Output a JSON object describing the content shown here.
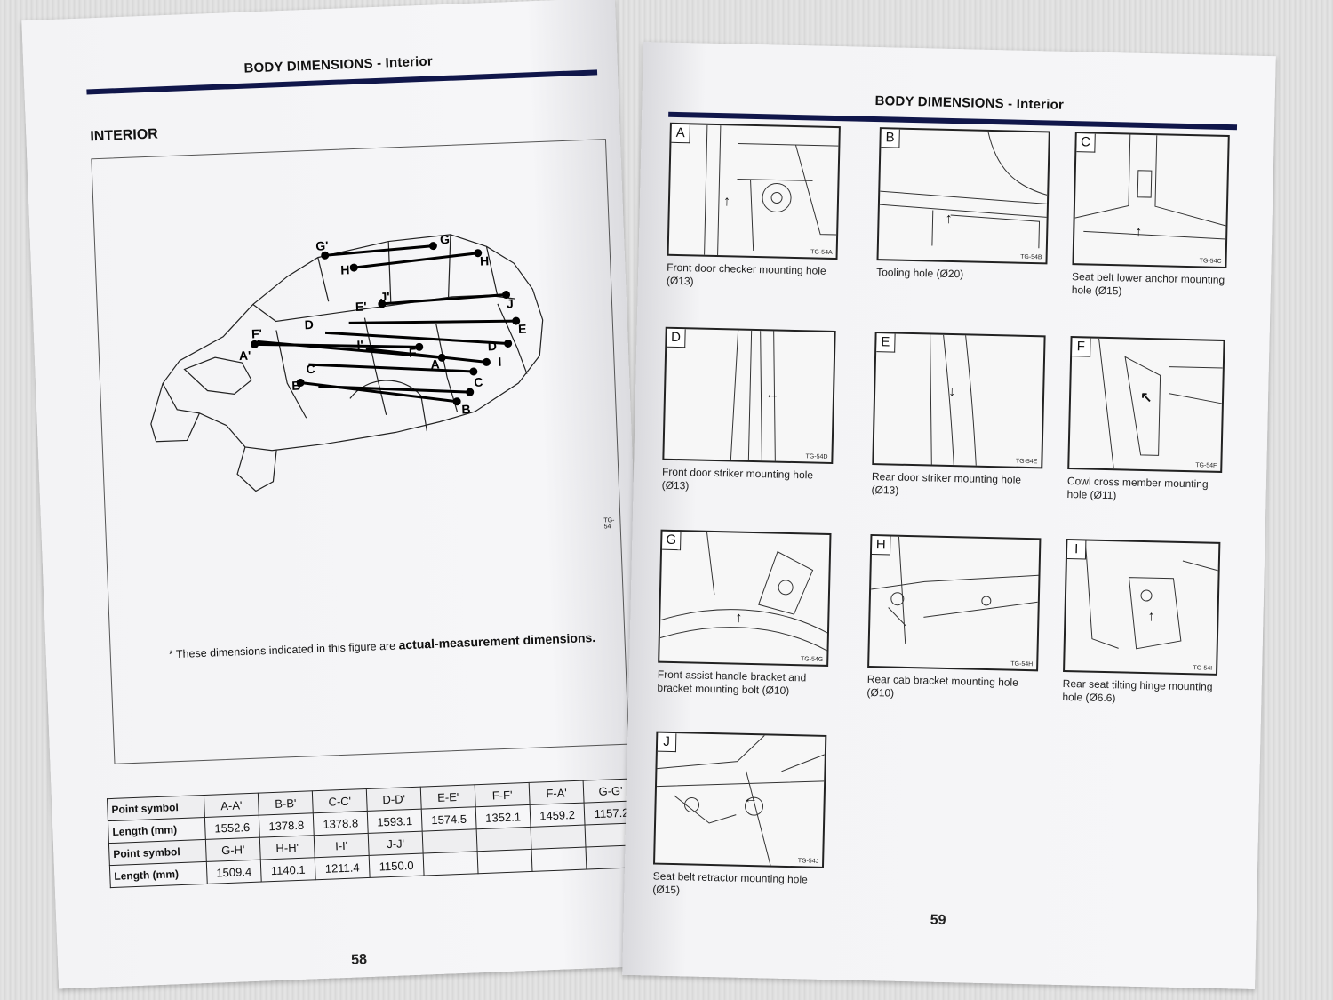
{
  "left_page": {
    "header": "BODY DIMENSIONS - Interior",
    "section_title": "INTERIOR",
    "figure_code": "TG-54",
    "point_labels": [
      "G'",
      "G",
      "H'",
      "H",
      "E'",
      "J'",
      "J",
      "D",
      "E",
      "F'",
      "A'",
      "I'",
      "D",
      "F",
      "A",
      "I",
      "C",
      "B'",
      "C",
      "B"
    ],
    "note_prefix": "* These dimensions indicated in this figure are ",
    "note_bold": "actual-measurement dimensions.",
    "table": {
      "row_labels": [
        "Point symbol",
        "Length (mm)",
        "Point symbol",
        "Length (mm)"
      ],
      "symbols_1": [
        "A-A'",
        "B-B'",
        "C-C'",
        "D-D'",
        "E-E'",
        "F-F'",
        "F-A'",
        "G-G'"
      ],
      "lengths_1": [
        "1552.6",
        "1378.8",
        "1378.8",
        "1593.1",
        "1574.5",
        "1352.1",
        "1459.2",
        "1157.2"
      ],
      "symbols_2": [
        "G-H'",
        "H-H'",
        "I-I'",
        "J-J'",
        "",
        "",
        "",
        ""
      ],
      "lengths_2": [
        "1509.4",
        "1140.1",
        "1211.4",
        "1150.0",
        "",
        "",
        "",
        ""
      ]
    },
    "page_number": "58"
  },
  "right_page": {
    "header": "BODY DIMENSIONS - Interior",
    "page_number": "59",
    "panels": [
      {
        "letter": "A",
        "code": "TG-54A",
        "caption_1": "Front door checker mounting hole",
        "caption_2": "(Ø13)",
        "arrow": "↑"
      },
      {
        "letter": "B",
        "code": "TG-54B",
        "caption_1": "Tooling hole (Ø20)",
        "caption_2": "",
        "arrow": "↑"
      },
      {
        "letter": "C",
        "code": "TG-54C",
        "caption_1": "Seat belt lower anchor mounting",
        "caption_2": "hole (Ø15)",
        "arrow": "↑"
      },
      {
        "letter": "D",
        "code": "TG-54D",
        "caption_1": "Front door striker mounting hole",
        "caption_2": "(Ø13)",
        "arrow": "←"
      },
      {
        "letter": "E",
        "code": "TG-54E",
        "caption_1": "Rear door striker mounting hole",
        "caption_2": "(Ø13)",
        "arrow": "↓"
      },
      {
        "letter": "F",
        "code": "TG-54F",
        "caption_1": "Cowl cross member mounting",
        "caption_2": "hole (Ø11)",
        "arrow": "↖"
      },
      {
        "letter": "G",
        "code": "TG-54G",
        "caption_1": "Front assist handle bracket and",
        "caption_2": "bracket mounting bolt (Ø10)",
        "arrow": "↑"
      },
      {
        "letter": "H",
        "code": "TG-54H",
        "caption_1": "Rear cab bracket mounting hole",
        "caption_2": "(Ø10)",
        "arrow": ""
      },
      {
        "letter": "I",
        "code": "TG-54I",
        "caption_1": "Rear seat tilting hinge mounting",
        "caption_2": "hole (Ø6.6)",
        "arrow": "↑"
      },
      {
        "letter": "J",
        "code": "TG-54J",
        "caption_1": "Seat belt retractor mounting hole",
        "caption_2": "(Ø15)",
        "arrow": "←"
      }
    ]
  },
  "colors": {
    "header_rule": "#10164a",
    "page": "#f5f5f7",
    "ink": "#111111"
  },
  "icons": {
    "arrow": "arrow-icon"
  }
}
